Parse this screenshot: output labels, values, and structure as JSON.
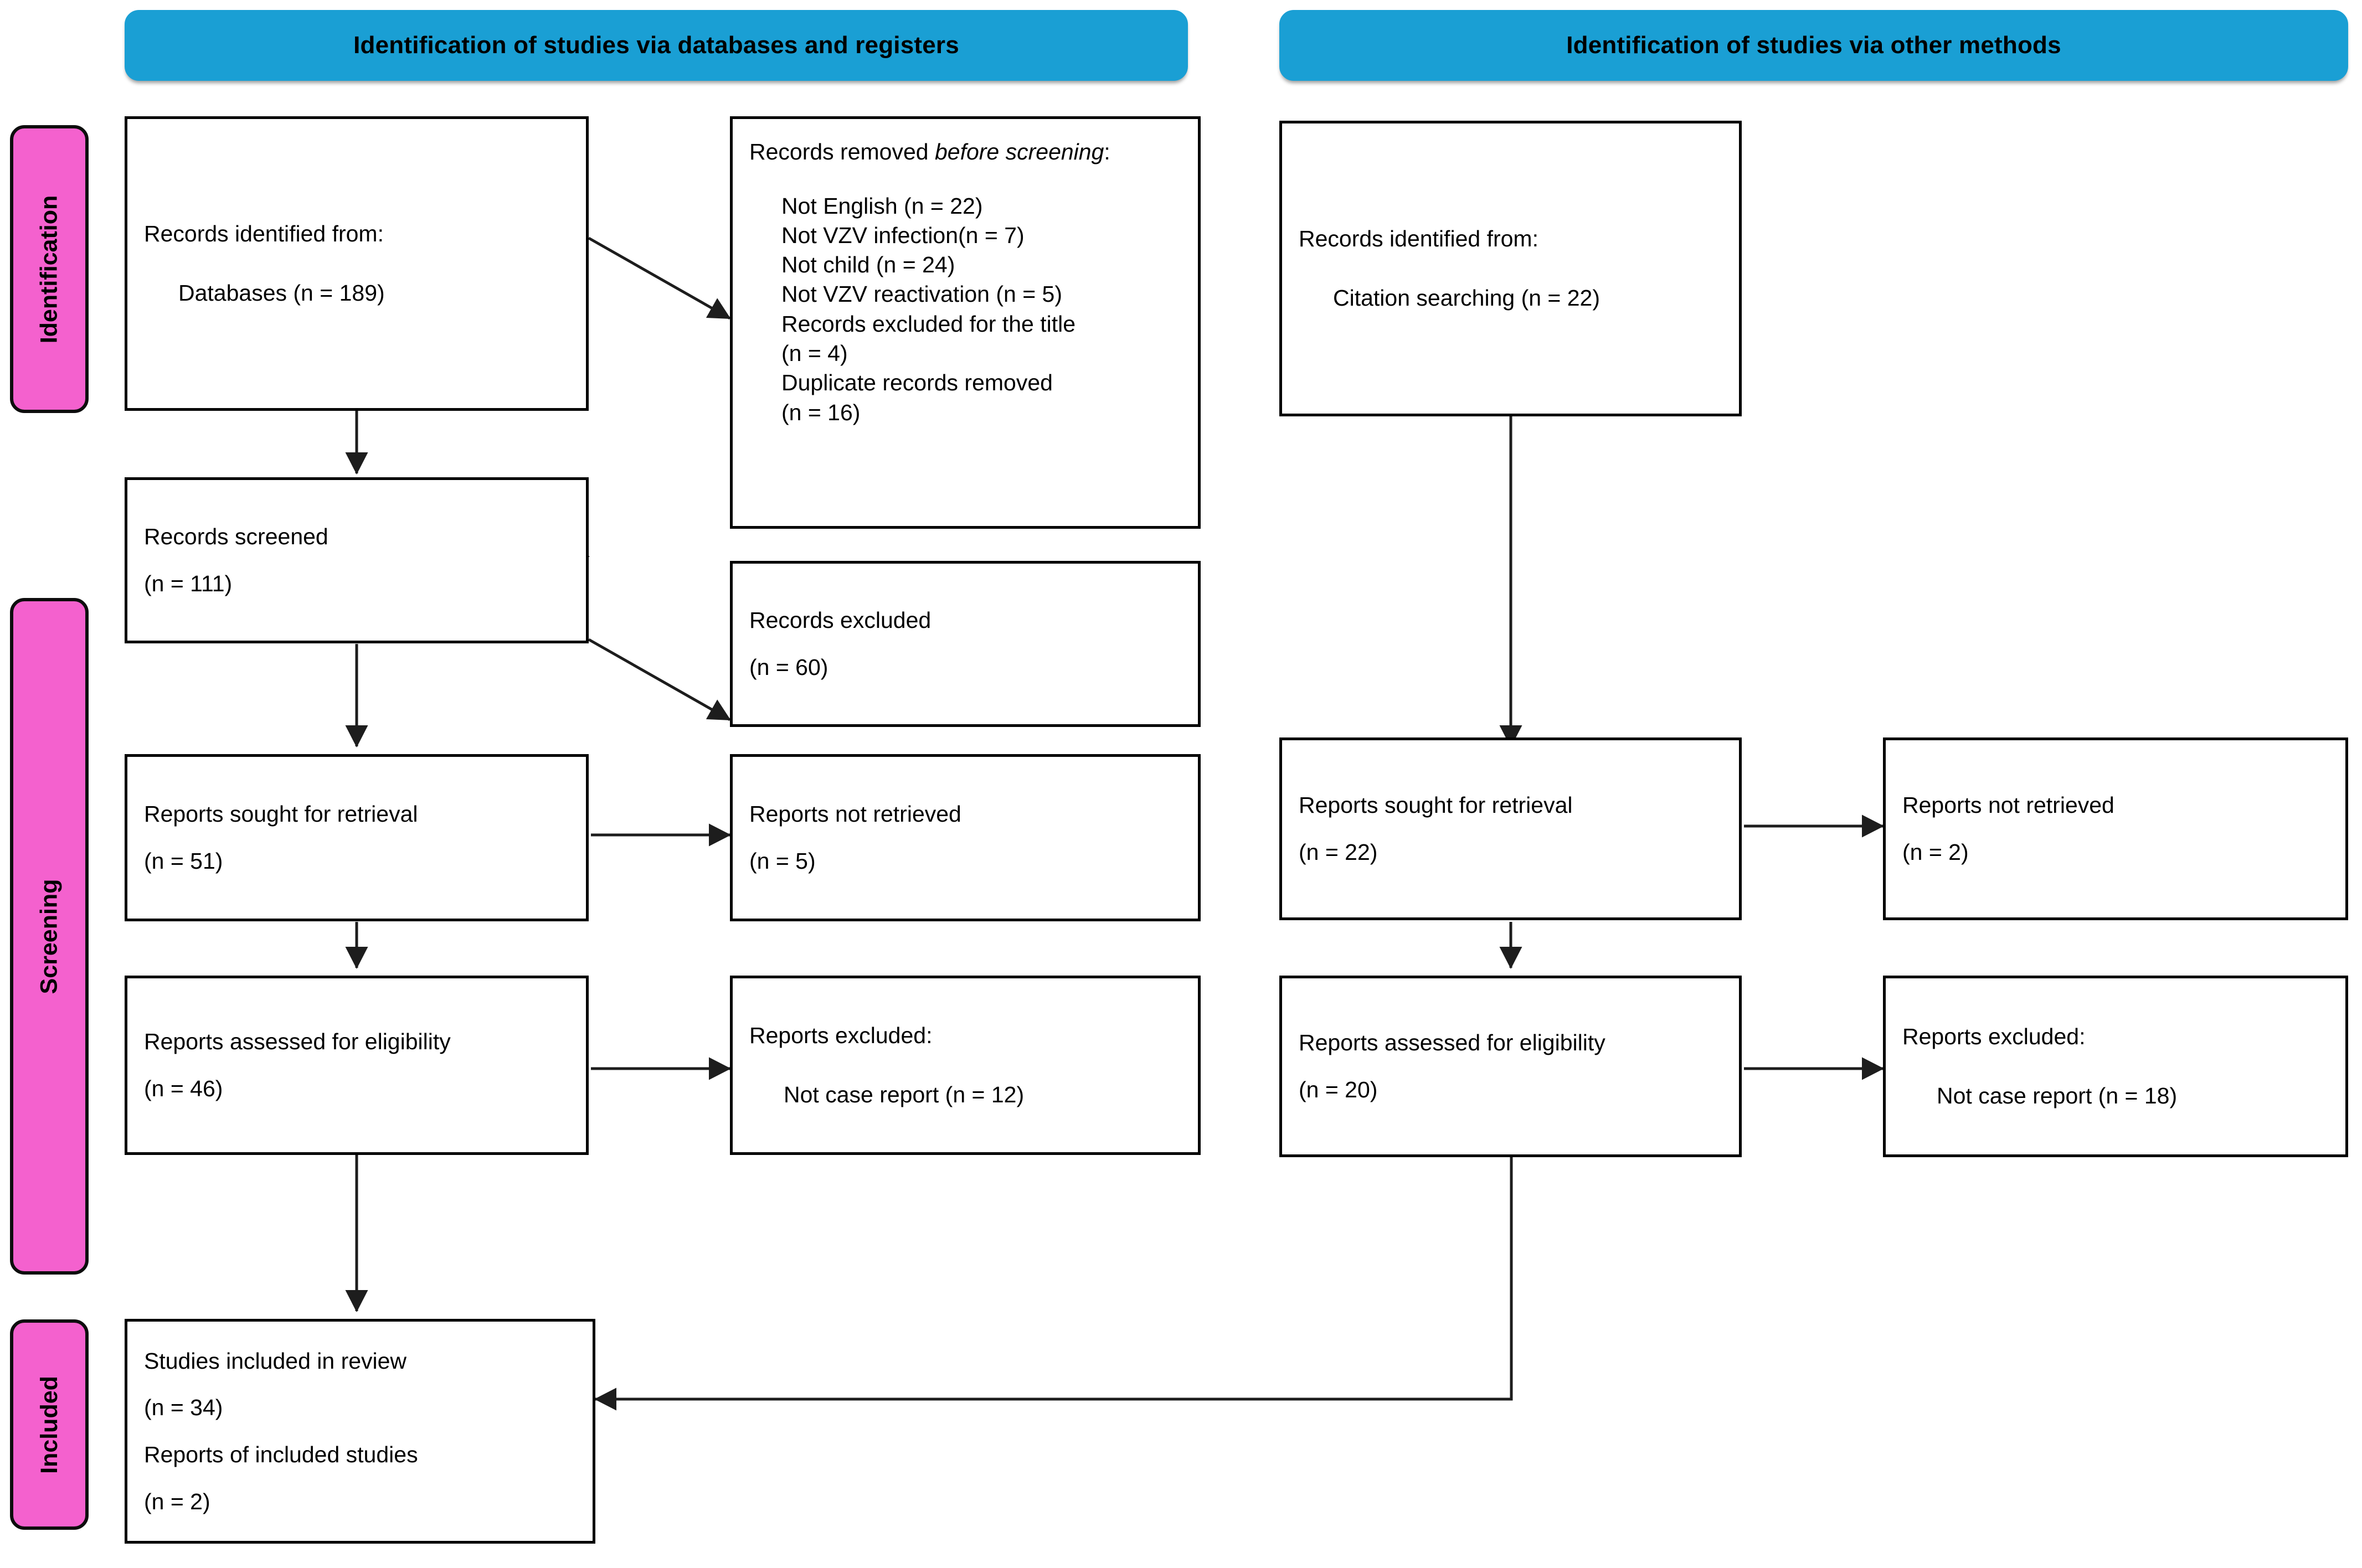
{
  "colors": {
    "banner_blue": "#1a9fd4",
    "stage_pink": "#f461ce",
    "box_border": "#000000",
    "text": "#000000"
  },
  "banners": {
    "left": "Identification of studies via databases and registers",
    "right": "Identification of studies via other methods"
  },
  "stages": {
    "identification": "Identification",
    "screening": "Screening",
    "included": "Included"
  },
  "databases_column": {
    "identified": {
      "title": "Records identified from:",
      "source": "Databases (n = 189)"
    },
    "removed_before_screening": {
      "title_plain": "Records removed ",
      "title_italic": "before screening",
      "title_colon": ":",
      "items": [
        "Not English (n = 22)",
        "Not VZV infection(n = 7)",
        "Not child (n = 24)",
        "Not VZV reactivation (n = 5)",
        "Records excluded for the title",
        "(n = 4)",
        "Duplicate records removed",
        "(n = 16)"
      ]
    },
    "screened": {
      "title": "Records screened",
      "count": "(n = 111)"
    },
    "records_excluded": {
      "title": "Records excluded",
      "count": "(n = 60)"
    },
    "sought_retrieval": {
      "title": "Reports sought for retrieval",
      "count": "(n = 51)"
    },
    "not_retrieved": {
      "title": "Reports not retrieved",
      "count": "(n = 5)"
    },
    "assessed_eligibility": {
      "title": "Reports assessed for eligibility",
      "count": "(n = 46)"
    },
    "reports_excluded": {
      "title": "Reports excluded:",
      "reason": "Not case report (n = 12)"
    }
  },
  "other_methods_column": {
    "identified": {
      "title": "Records identified from:",
      "source": "Citation searching (n = 22)"
    },
    "sought_retrieval": {
      "title": "Reports sought for retrieval",
      "count": "(n = 22)"
    },
    "not_retrieved": {
      "title": "Reports not retrieved",
      "count": "(n = 2)"
    },
    "assessed_eligibility": {
      "title": "Reports assessed for eligibility",
      "count": "(n = 20)"
    },
    "reports_excluded": {
      "title": "Reports excluded:",
      "reason": "Not case report (n = 18)"
    }
  },
  "included_box": {
    "studies_title": "Studies included in review",
    "studies_count": "(n = 34)",
    "reports_title": "Reports of included studies",
    "reports_count": "(n = 2)"
  }
}
